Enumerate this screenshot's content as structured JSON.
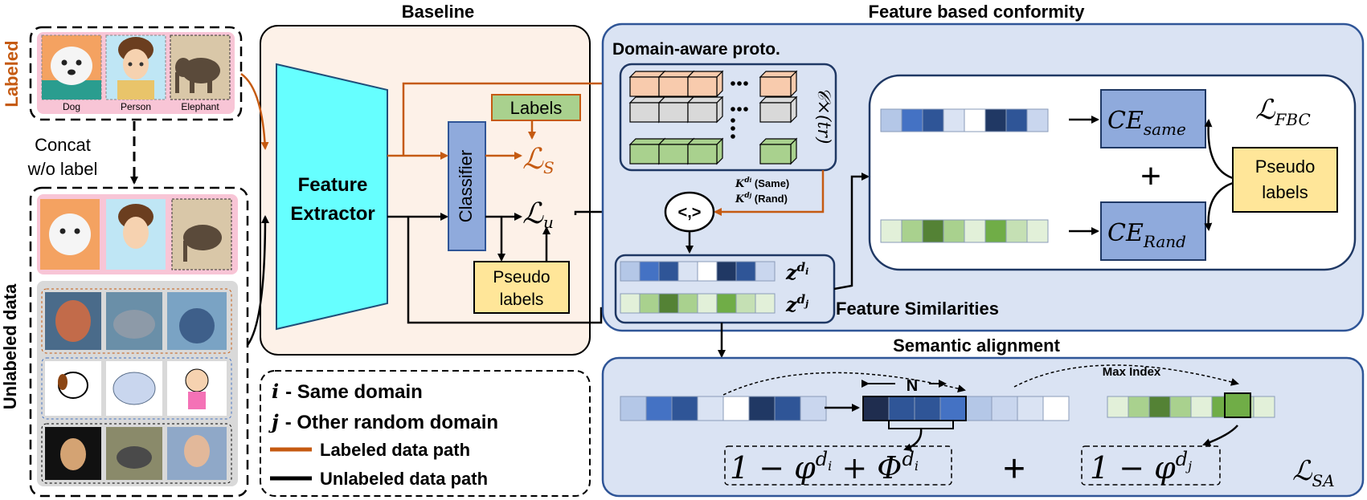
{
  "colors": {
    "orange": "#c55a11",
    "orange_light": "#f8cbad",
    "cyan": "#66ffff",
    "blue_box": "#8faadc",
    "yellow": "#ffe699",
    "green_label": "#a9d18e",
    "panel_blue": "#dae3f3",
    "panel_border": "#2f5597",
    "baseline_bg": "#fdf1e8",
    "pink": "#f8c5d6",
    "grey_panel": "#d9d9d9",
    "blues": [
      "#b4c7e7",
      "#4472c4",
      "#2f5597",
      "#dae3f3",
      "#ffffff",
      "#203864",
      "#2f5597",
      "#c9d6ee"
    ],
    "greens": [
      "#e2f0d9",
      "#a9d18e",
      "#548235",
      "#a9d18e",
      "#e2f0d9",
      "#70ad47",
      "#c5e0b4",
      "#e2f0d9"
    ]
  },
  "left": {
    "labeled_title": "Labeled",
    "unlabeled_title": "Unlabeled data",
    "captions": [
      "Dog",
      "Person",
      "Elephant"
    ],
    "concat_line1": "Concat",
    "concat_line2": "w/o label"
  },
  "baseline": {
    "title": "Baseline",
    "feature_extractor_line1": "Feature",
    "feature_extractor_line2": "Extractor",
    "classifier": "Classifier",
    "labels": "Labels",
    "pseudo_line1": "Pseudo",
    "pseudo_line2": "labels",
    "loss_s_main": "ℒ",
    "loss_s_sub": "S",
    "loss_u_main": "ℒ",
    "loss_u_sub": "u"
  },
  "fbc": {
    "title": "Feature based conformity",
    "proto_title": "Domain-aware proto.",
    "proto_dims": "𝒞×(tr)",
    "k_same": "K",
    "k_same_sup": "d",
    "k_same_subsup": "i",
    "k_same_label": "(Same)",
    "k_rand_sup": "d",
    "k_rand_subsup": "j",
    "k_rand_label": "(Rand)",
    "dot_op": "<,>",
    "z": "z",
    "z_sup": "d",
    "z_i": "i",
    "z_j": "j",
    "feature_sim": "Feature Similarities",
    "ce": "CE",
    "ce_same": "same",
    "ce_rand": "Rand",
    "plus": "+",
    "pseudo_line1": "Pseudo",
    "pseudo_line2": "labels",
    "loss_main": "ℒ",
    "loss_sub": "FBC"
  },
  "sa": {
    "title": "Semantic alignment",
    "n_label": "N",
    "max_index": "Max Index",
    "formula1": "1 − φ",
    "formula1_sup": "d",
    "formula1_supsub": "i",
    "formula1_mid": " + Φ",
    "formula2": "1 − φ",
    "formula2_supsub": "j",
    "plus": "+",
    "loss_main": "ℒ",
    "loss_sub": "SA"
  },
  "legend": {
    "i_symbol": "i",
    "i_text": "-  Same domain",
    "j_symbol": "j",
    "j_text": "- Other random domain",
    "labeled_path": "Labeled data path",
    "unlabeled_path": "Unlabeled data path"
  }
}
